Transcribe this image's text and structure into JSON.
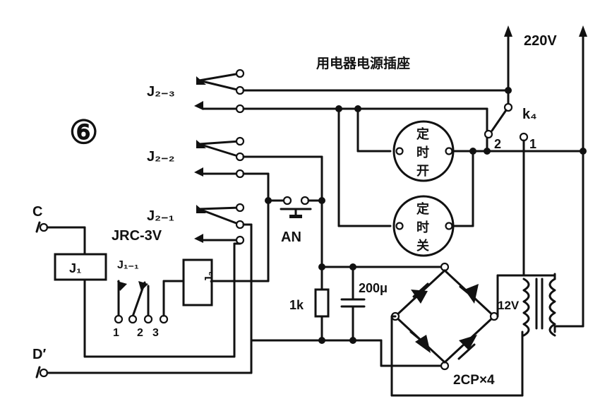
{
  "figure_number": "⑥",
  "voltage_label": "220V",
  "socket_label": "用电器电源插座",
  "k4_label": "k₄",
  "k4_terminal_1": "1",
  "k4_terminal_2": "2",
  "relay_j2_3": "J₂₋₃",
  "relay_j2_2": "J₂₋₂",
  "relay_j2_1": "J₂₋₁",
  "relay_model": "JRC-3V",
  "input_c": "C",
  "input_d": "D′",
  "relay_j1": "J₁",
  "relay_j2": "J₂",
  "switch_j1_1": "J₁₋₁",
  "switch_pin_1": "1",
  "switch_pin_2": "2",
  "switch_pin_3": "3",
  "button_an": "AN",
  "timer_on": [
    "定",
    "时",
    "开"
  ],
  "timer_off": [
    "定",
    "时",
    "关"
  ],
  "resistor": "1k",
  "capacitor": "200μ",
  "transformer_secondary": "12V",
  "diodes": "2CP×4"
}
